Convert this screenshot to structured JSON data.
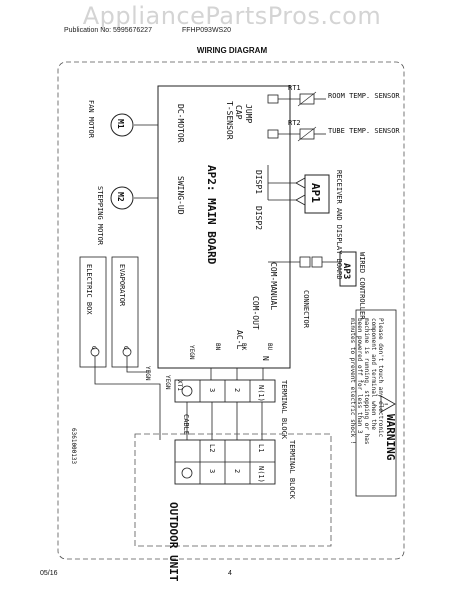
{
  "watermark": "AppliancePartsPros.com",
  "header": {
    "publication": "Publication No: 5995676227",
    "model": "FFHP093WS20",
    "title": "WIRING DIAGRAM"
  },
  "footer": {
    "date": "05/16",
    "page": "4",
    "doc_code": "6361000133"
  },
  "diagram": {
    "main_board": "AP2: MAIN BOARD",
    "board_left_labels": [
      "T-SENSOR",
      "CAP",
      "JUMP",
      "DC-MOTOR",
      "SWING-UD"
    ],
    "board_right_labels": [
      "DISP1",
      "DISP2",
      "COM-MANUAL",
      "COM-OUT",
      "AC-L",
      "N"
    ],
    "fan_motor": {
      "symbol": "M1",
      "label": "FAN MOTOR"
    },
    "stepping_motor": {
      "symbol": "M2",
      "label": "STEPPING MOTOR"
    },
    "room_sensor": {
      "tag": "RT1",
      "label": "ROOM TEMP. SENSOR"
    },
    "tube_sensor": {
      "tag": "RT2",
      "label": "TUBE TEMP. SENSOR"
    },
    "display_board": {
      "tag": "AP1",
      "label": "RECEIVER AND DISPLAY BOARD"
    },
    "wired_controller": {
      "tag": "AP3",
      "label": "WIRED CONTROLLER"
    },
    "connector": "CONNECTOR",
    "evaporator": "EVAPORATOR",
    "electric_box": "ELECTRIC BOX",
    "ground": "G",
    "wire_colors": {
      "bu": "BU",
      "bk": "BK",
      "bn": "BN",
      "ygn": "YEGN"
    },
    "terminal_block_indoor": {
      "label": "TERMINAL BLOCK",
      "terms": [
        "N(1)",
        "2",
        "3"
      ],
      "tag": "XT1"
    },
    "terminal_block_outdoor": {
      "label": "TERMINAL BLOCK",
      "terms": [
        "L1",
        "N(1)",
        "2",
        "L2",
        "3"
      ]
    },
    "cable": "CABLE",
    "outdoor_unit": "OUTDOOR UNIT",
    "warning_title": "WARNING",
    "warning_lines": [
      "Please don't touch any electronic",
      "component and terminal when the",
      "machine is running, stopping or has",
      "been powered off for less than 3",
      "minutes to prevent electric shock !"
    ]
  }
}
